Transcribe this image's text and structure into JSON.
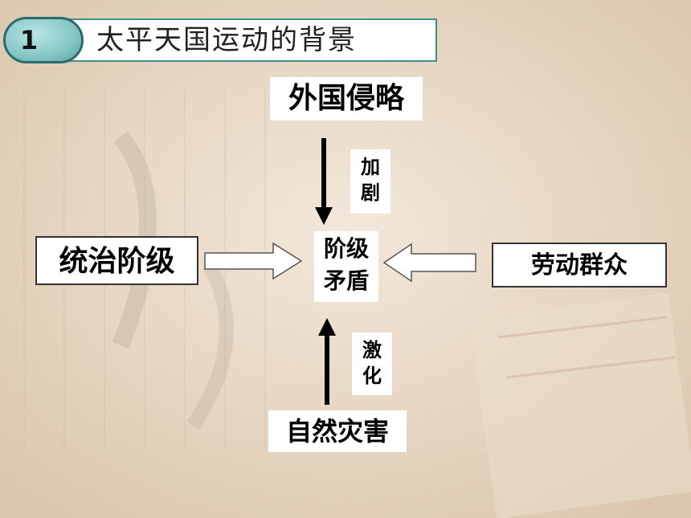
{
  "header": {
    "number": "1",
    "title": "太平天国运动的背景"
  },
  "diagram": {
    "top": "外国侵略",
    "left": "统治阶级",
    "right": "劳动群众",
    "bottom": "自然灾害",
    "center": [
      "阶级",
      "矛盾"
    ],
    "top_arrow_label": [
      "加",
      "剧"
    ],
    "bottom_arrow_label": [
      "激",
      "化"
    ]
  },
  "colors": {
    "accent": "#3f8f8f",
    "badge": "#86c6c6",
    "background": "#e8d8c4"
  }
}
